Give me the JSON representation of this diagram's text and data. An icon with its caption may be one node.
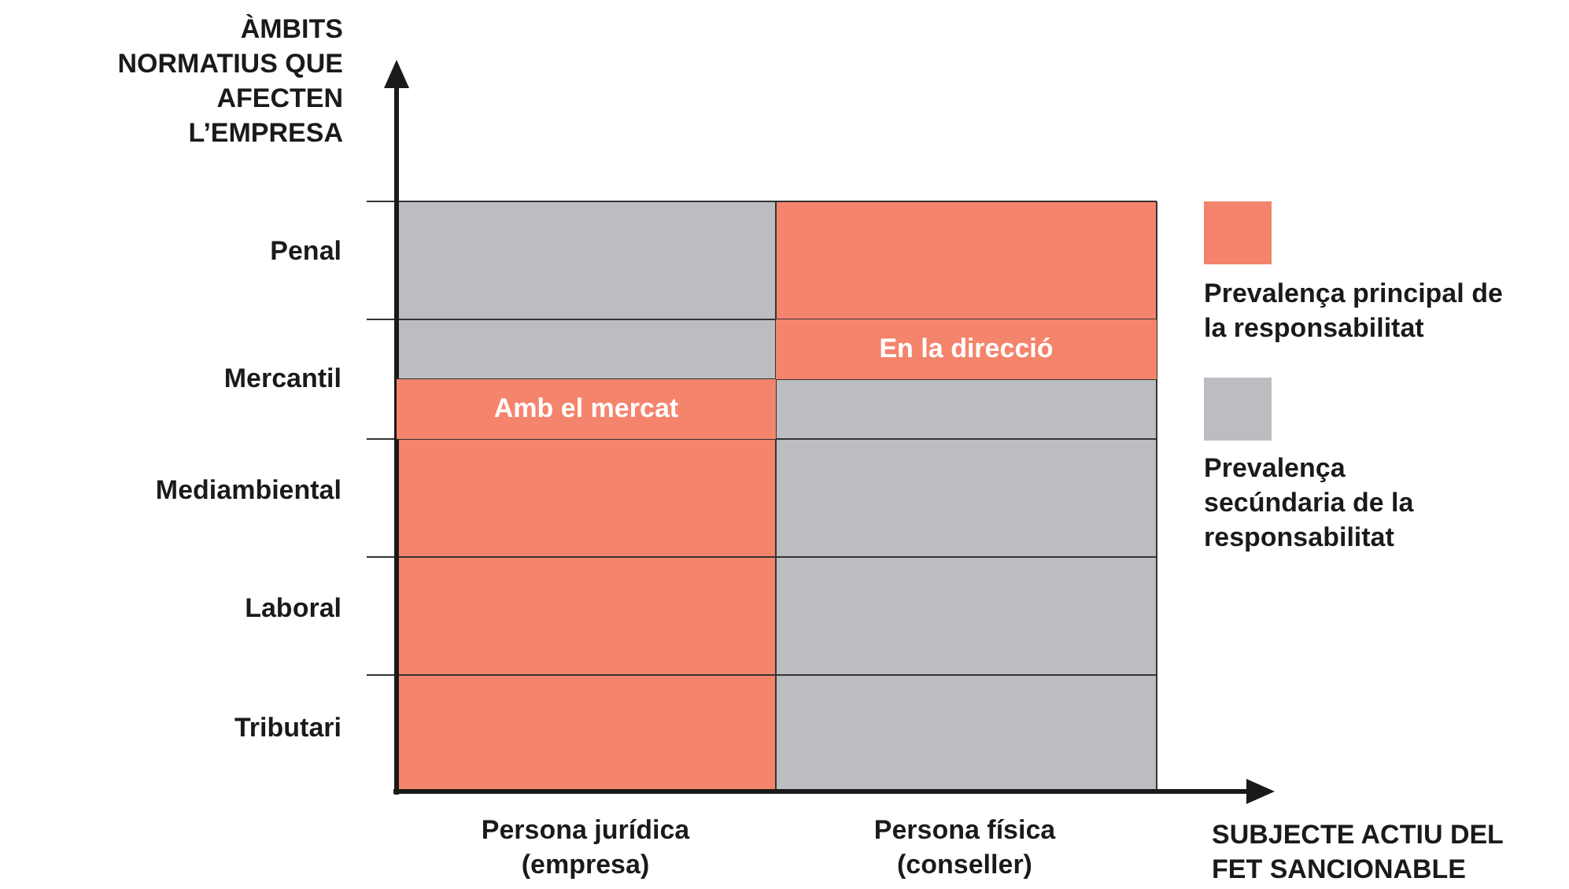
{
  "diagram": {
    "nodes": [
      {
        "text": [
          "Amb el mercat"
        ]
      },
      {
        "text": [
          "En la direcció"
        ]
      }
    ],
    "labels": [
      "ÀMBITS NORMATIUS QUE AFECTEN L’EMPRESA",
      "Penal",
      "Mercantil",
      "Mediambiental",
      "Laboral",
      "Tributari",
      "Persona jurídica (empresa)",
      "Persona física (conseller)",
      "SUBJECTE ACTIU DEL FET SANCIONABLE"
    ],
    "legend": [
      {
        "text": "Prevalença principal de la responsabilitat",
        "color": "#f4846c"
      },
      {
        "text": "Prevalença secúndaria de la responsabilitat",
        "color": "#bcbdc0"
      }
    ]
  }
}
